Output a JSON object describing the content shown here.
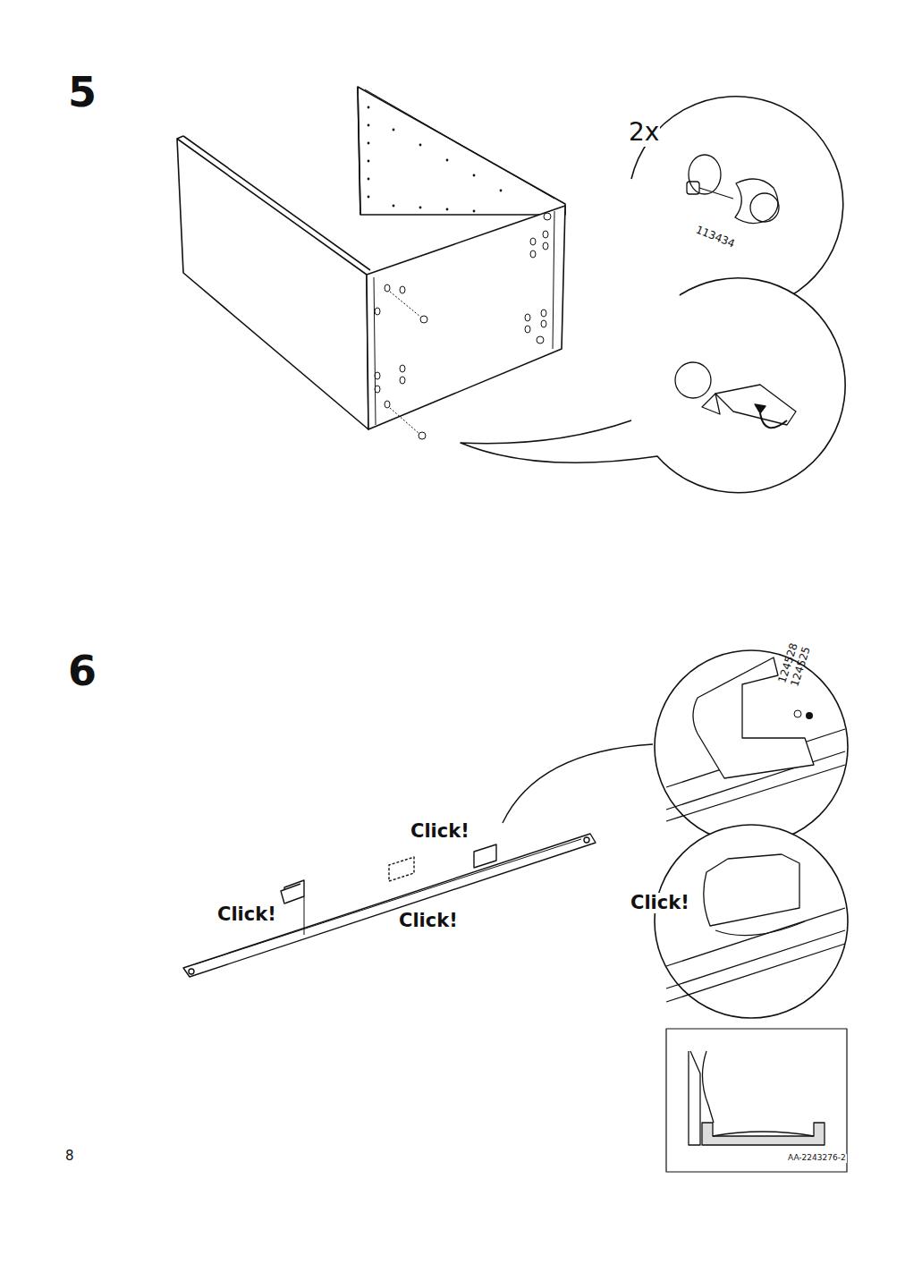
{
  "diagram": {
    "labels": [
      "5",
      "2x",
      "113434",
      "6",
      "Click!",
      "Click!",
      "Click!",
      "124528",
      "124525",
      "Click!",
      "8",
      "AA-2243276-2"
    ]
  }
}
